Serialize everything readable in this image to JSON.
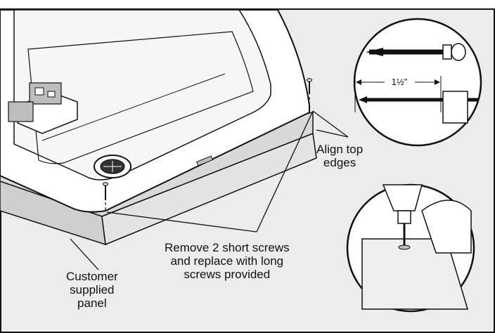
{
  "labels": {
    "align": [
      "Align top",
      "edges"
    ],
    "screws": [
      "Remove 2 short screws",
      "and replace with long",
      "screws provided"
    ],
    "panel": [
      "Customer",
      "supplied",
      "panel"
    ],
    "dimension": "1½\""
  },
  "colors": {
    "background": "#ececec",
    "panel": "#d9d9d9",
    "line": "#111111",
    "grey_fill": "#bdbdbd",
    "white": "#ffffff"
  }
}
